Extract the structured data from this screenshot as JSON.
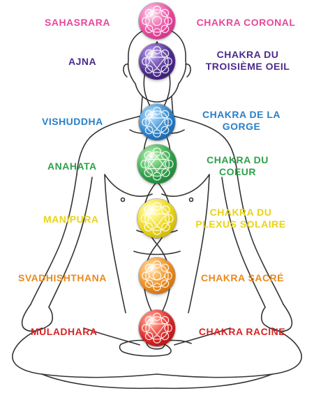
{
  "chakras": [
    {
      "name": "Sahasrara",
      "label": "Chakra Coronal",
      "color": "#e8489b",
      "light": "#f7a8d4",
      "dark": "#b8207a"
    },
    {
      "name": "Ajna",
      "label": "Chakra du Troisième Oeil",
      "color": "#4b2c8c",
      "light": "#9c7fd6",
      "dark": "#2e1466"
    },
    {
      "name": "Vishuddha",
      "label": "Chakra de la Gorge",
      "color": "#2a7fc6",
      "light": "#8cc6f2",
      "dark": "#11508c"
    },
    {
      "name": "Anahata",
      "label": "Chakra du Coeur",
      "color": "#2ea04a",
      "light": "#8fdc8f",
      "dark": "#136b2a"
    },
    {
      "name": "Manipura",
      "label": "Chakra du Plexus Solaire",
      "color": "#e9d315",
      "light": "#fff58a",
      "dark": "#b39a00"
    },
    {
      "name": "Svadhishthana",
      "label": "Chakra Sacré",
      "color": "#ea8a1e",
      "light": "#ffc77a",
      "dark": "#b85a00"
    },
    {
      "name": "Muladhara",
      "label": "Chakra Racine",
      "color": "#d82424",
      "light": "#ff8a7a",
      "dark": "#9a0c0c"
    }
  ]
}
